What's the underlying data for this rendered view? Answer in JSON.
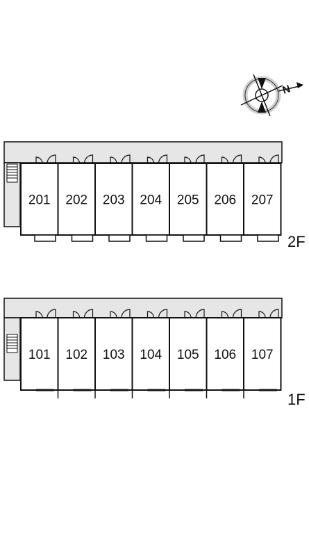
{
  "floors": [
    {
      "label": "2F",
      "units": [
        "201",
        "202",
        "203",
        "204",
        "205",
        "206",
        "207"
      ]
    },
    {
      "label": "1F",
      "units": [
        "101",
        "102",
        "103",
        "104",
        "105",
        "106",
        "107"
      ]
    }
  ],
  "compass": {
    "north_label": "N",
    "icon": "compass-rose-icon"
  },
  "colors": {
    "corridor": "#e6e6e6",
    "line": "#111111",
    "background": "#ffffff"
  }
}
